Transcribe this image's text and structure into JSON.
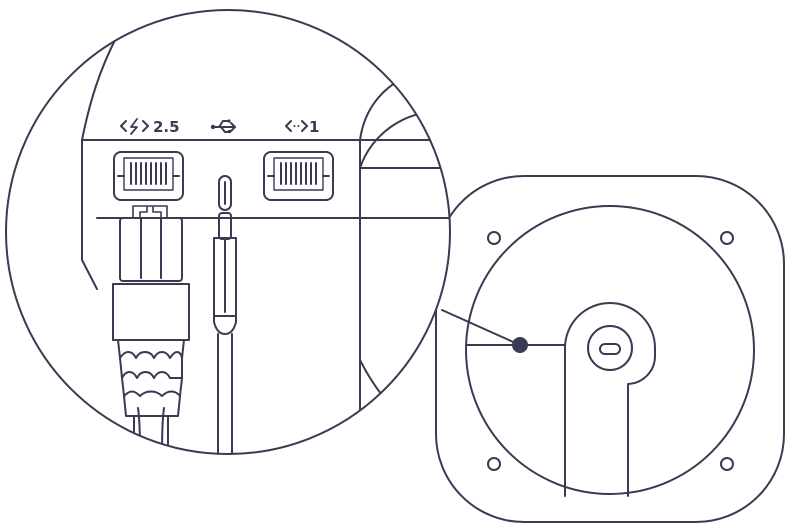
{
  "diagram": {
    "stroke_color": "#3a3a52",
    "background_color": "#ffffff",
    "ports": {
      "ethernet_2_5": {
        "icon": "ethernet-icon",
        "label": "2.5"
      },
      "usb": {
        "icon": "usb-icon"
      },
      "ethernet_1": {
        "icon": "ethernet-icon",
        "label": "1"
      }
    },
    "cables": {
      "ethernet": {
        "icon": "ethernet-plug"
      },
      "usb_c": {
        "icon": "usb-c-plug"
      }
    },
    "device": {
      "icon": "router-bottom-view"
    }
  }
}
